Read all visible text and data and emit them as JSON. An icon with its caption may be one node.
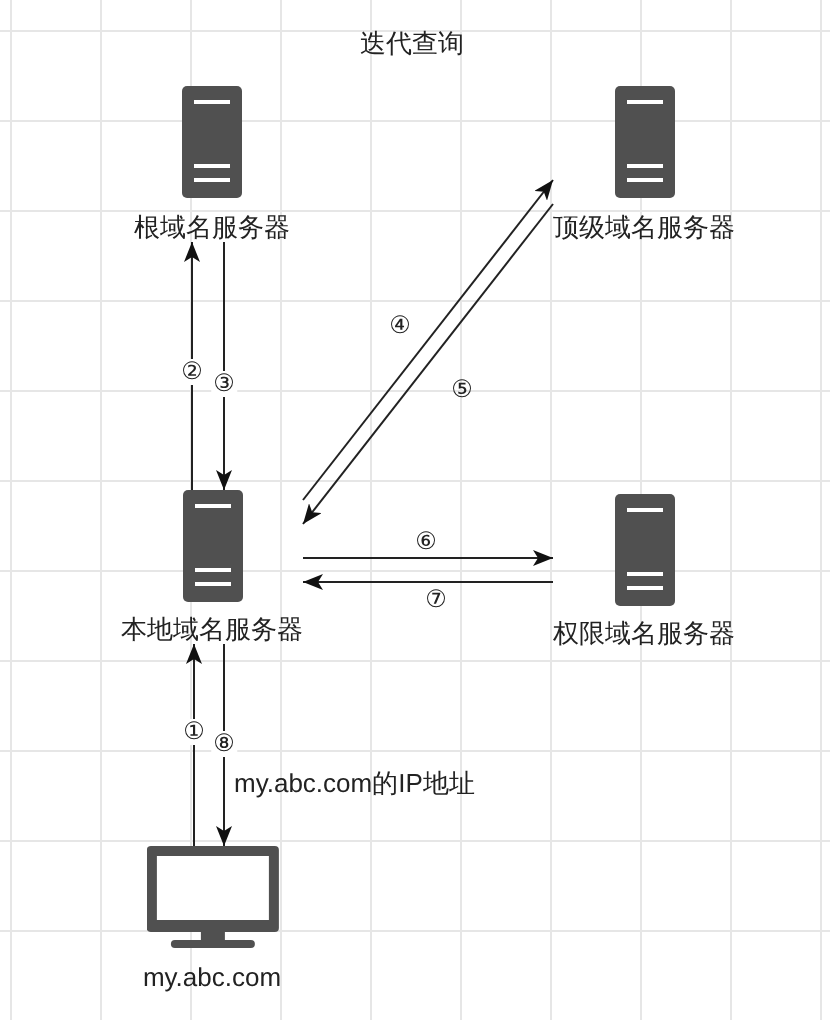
{
  "diagram": {
    "title": "迭代查询",
    "nodes": [
      {
        "text": [
          "根域名服务器"
        ]
      },
      {
        "text": [
          "顶级域名服务器"
        ]
      },
      {
        "text": [
          "本地域名服务器"
        ]
      },
      {
        "text": [
          "权限域名服务器"
        ]
      },
      {
        "text": [
          "my.abc.com"
        ]
      }
    ],
    "edges": [
      {
        "from": 4,
        "to": 2,
        "arrow": "to",
        "label": "①"
      },
      {
        "from": 2,
        "to": 0,
        "arrow": "to",
        "label": "②"
      },
      {
        "from": 0,
        "to": 2,
        "arrow": "to",
        "label": "③"
      },
      {
        "from": 2,
        "to": 1,
        "arrow": "to",
        "label": "④"
      },
      {
        "from": 1,
        "to": 2,
        "arrow": "to",
        "label": "⑤"
      },
      {
        "from": 2,
        "to": 3,
        "arrow": "to",
        "label": "⑥"
      },
      {
        "from": 3,
        "to": 2,
        "arrow": "to",
        "label": "⑦"
      },
      {
        "from": 2,
        "to": 4,
        "arrow": "to",
        "label": "⑧"
      }
    ],
    "labels": [
      "my.abc.com的IP地址"
    ]
  }
}
